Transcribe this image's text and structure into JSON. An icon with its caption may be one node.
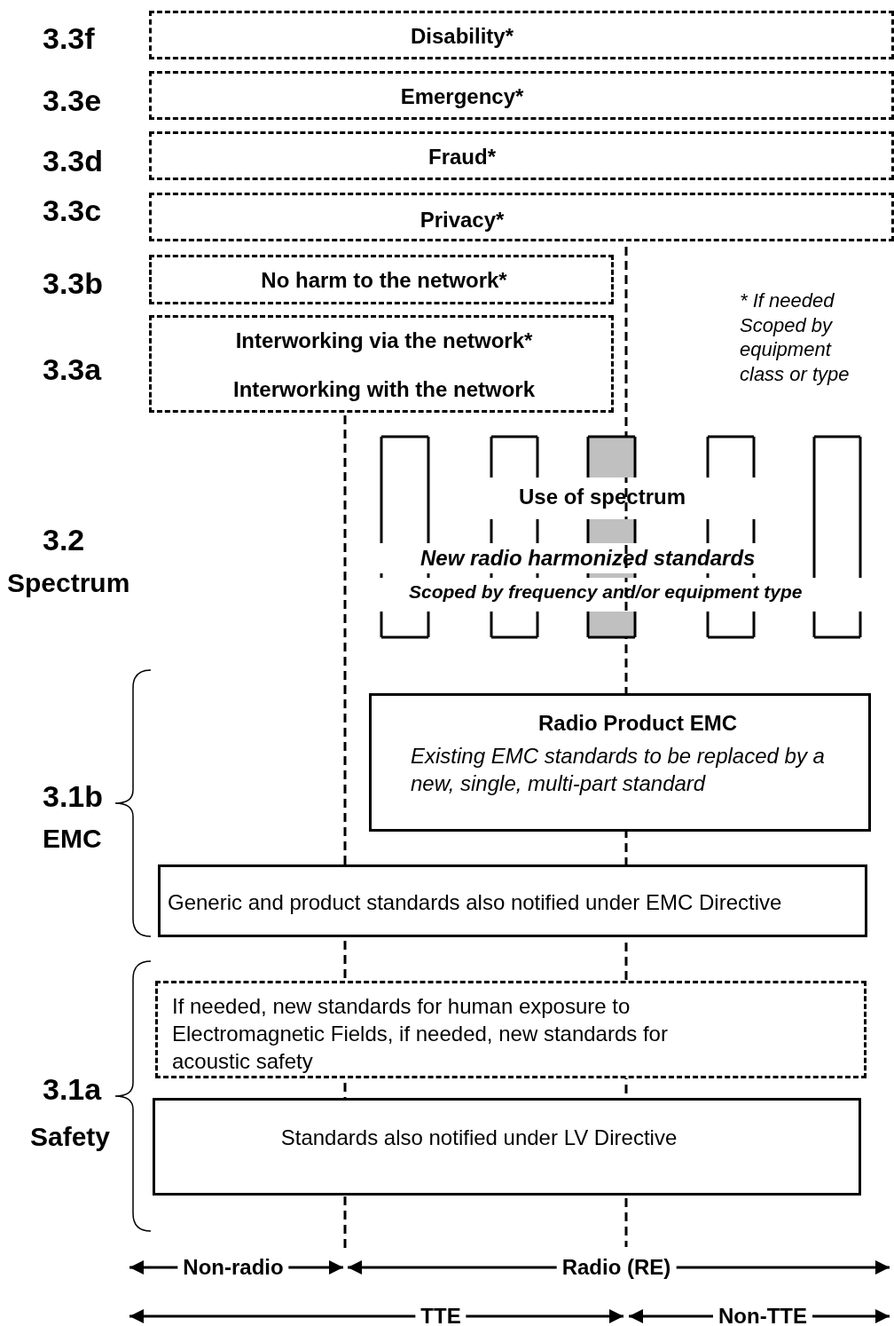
{
  "diagram": {
    "nodes": [
      {
        "text": [
          "Disability*"
        ]
      },
      {
        "text": [
          "Emergency*"
        ]
      },
      {
        "text": [
          "Fraud*"
        ]
      },
      {
        "text": [
          "Privacy*"
        ]
      },
      {
        "text": [
          "No harm to the network*"
        ]
      },
      {
        "text": [
          "Interworking via the network*",
          "Interworking with the network"
        ]
      },
      {
        "text": [],
        "shape": "bar"
      },
      {
        "text": [],
        "shape": "bar"
      },
      {
        "text": [],
        "shape": "bar"
      },
      {
        "text": [],
        "shape": "bar"
      },
      {
        "text": [],
        "shape": "bar"
      },
      {
        "text": [
          "Radio Product EMC",
          "Existing EMC standards to be replaced by a new, single, multi-part standard"
        ]
      },
      {
        "text": [
          "Generic and product standards also notified under EMC Directive"
        ]
      },
      {
        "text": [
          "If needed, new standards for human exposure to Electromagnetic Fields, if needed, new standards for acoustic safety"
        ]
      },
      {
        "text": [
          "Standards also notified under LV Directive"
        ]
      }
    ],
    "edges": [],
    "labels": [
      "3.3f",
      "3.3e",
      "3.3d",
      "3.3c",
      "3.3b",
      "* If needed Scoped by equipment class or type",
      "3.3a",
      "3.2",
      "Spectrum",
      "Use of spectrum",
      "New radio harmonized standards",
      "Scoped by frequency and/or equipment type",
      "3.1b",
      "EMC",
      "3.1a",
      "Safety",
      "Non-radio",
      "Radio (RE)",
      "TTE",
      "Non-TTE"
    ]
  }
}
